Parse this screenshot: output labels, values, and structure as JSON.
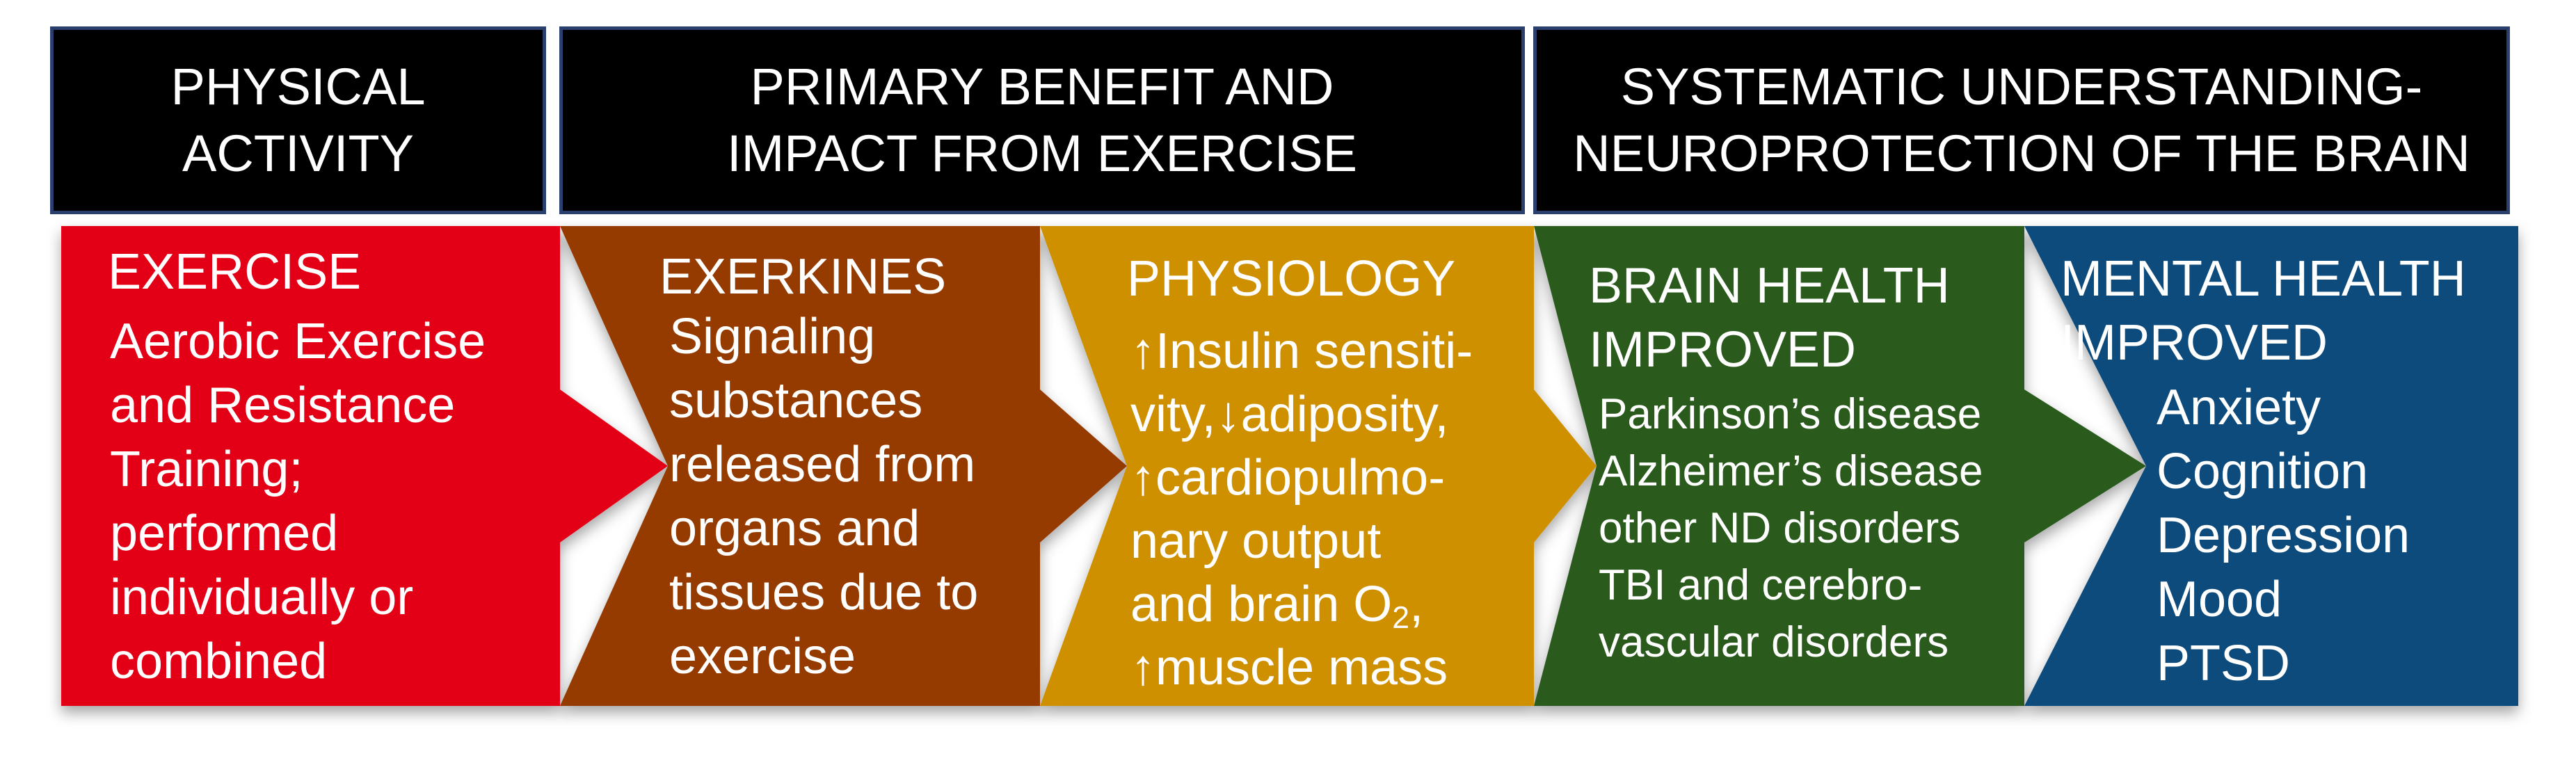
{
  "headers": [
    {
      "line1": "PHYSICAL",
      "line2": "ACTIVITY"
    },
    {
      "line1": "PRIMARY BENEFIT AND",
      "line2": "IMPACT FROM EXERCISE"
    },
    {
      "line1": "SYSTEMATIC UNDERSTANDING-",
      "line2": "NEUROPROTECTION OF THE BRAIN"
    }
  ],
  "panels": [
    {
      "title": "EXERCISE",
      "lines": [
        "Aerobic Exercise",
        "and Resistance",
        "Training;",
        "performed",
        "individually or",
        "combined"
      ],
      "color": "#e30613"
    },
    {
      "title": "EXERKINES",
      "lines": [
        "Signaling",
        "substances",
        "released from",
        "organs and",
        "tissues due to",
        "exercise"
      ],
      "color": "#963a06"
    },
    {
      "title": "PHYSIOLOGY",
      "lines": [
        "↑Insulin sensiti-",
        "vity,↓adiposity,",
        "↑cardiopulmo-",
        "nary output",
        "↑muscle mass"
      ],
      "o2_prefix": "and brain O",
      "o2_sub": "2",
      "o2_suffix": ",",
      "color": "#cf9005"
    },
    {
      "title_line1": "BRAIN HEALTH",
      "title_line2": "IMPROVED",
      "lines": [
        "Parkinson’s disease",
        "Alzheimer’s disease",
        "other ND disorders",
        "TBI and cerebro-",
        "vascular disorders"
      ],
      "color": "#2a5a1f"
    },
    {
      "title_line1": "MENTAL HEALTH",
      "title_line2": "IMPROVED",
      "lines": [
        "Anxiety",
        "Cognition",
        "Depression",
        "Mood",
        "PTSD"
      ],
      "color": "#084b7c"
    }
  ]
}
